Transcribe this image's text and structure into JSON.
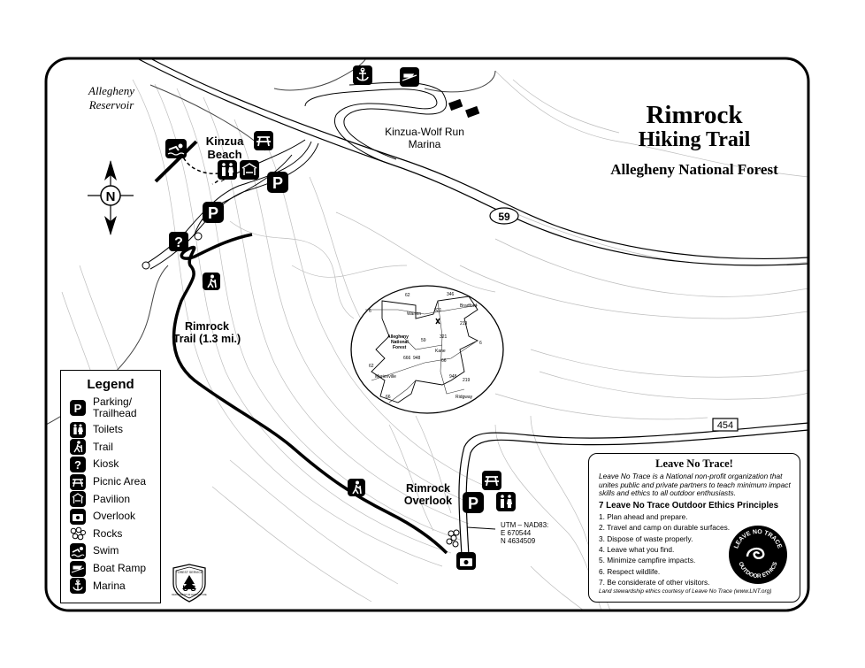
{
  "title": {
    "line1": "Rimrock",
    "line2": "Hiking Trail",
    "line3": "Allegheny National Forest"
  },
  "places": {
    "reservoir": "Allegheny Reservoir",
    "beach": "Kinzua Beach",
    "marina": "Kinzua-Wolf Run Marina",
    "trail": "Rimrock Trail (1.3 mi.)",
    "overlook": "Rimrock Overlook"
  },
  "roads": {
    "route_59": "59",
    "route_454": "454"
  },
  "utm": {
    "line1": "UTM – NAD83:",
    "line2": "E 670544",
    "line3": "N 4634509"
  },
  "compass": {
    "letter": "N"
  },
  "inset_map": {
    "towns": [
      "Warren",
      "Bradford",
      "Kane",
      "Marienville",
      "Ridgway"
    ],
    "forest_label": [
      "Allegheny",
      "National",
      "Forest"
    ],
    "routes": [
      "62",
      "346",
      "321",
      "6",
      "219",
      "59",
      "66",
      "948",
      "6",
      "321",
      "666",
      "62",
      "948",
      "66",
      "219"
    ]
  },
  "legend": {
    "title": "Legend",
    "items": [
      {
        "label": "Parking/ Trailhead",
        "icon": "parking-icon"
      },
      {
        "label": "Toilets",
        "icon": "toilets-icon"
      },
      {
        "label": "Trail",
        "icon": "hiker-icon"
      },
      {
        "label": "Kiosk",
        "icon": "kiosk-icon"
      },
      {
        "label": "Picnic Area",
        "icon": "picnic-table-icon"
      },
      {
        "label": "Pavilion",
        "icon": "pavilion-icon"
      },
      {
        "label": "Overlook",
        "icon": "camera-icon"
      },
      {
        "label": "Rocks",
        "icon": "rocks-icon"
      },
      {
        "label": "Swim",
        "icon": "swimmer-icon"
      },
      {
        "label": "Boat Ramp",
        "icon": "boat-ramp-icon"
      },
      {
        "label": "Marina",
        "icon": "anchor-icon"
      }
    ]
  },
  "lnt": {
    "title": "Leave No Trace!",
    "intro": "Leave No Trace is a National non-profit organization that unites public and private partners to teach minimum impact skills and ethics to all outdoor enthusiasts.",
    "subtitle": "7 Leave No Trace Outdoor Ethics Principles",
    "principles": [
      "1. Plan ahead and prepare.",
      "2. Travel and camp on durable surfaces.",
      "3. Dispose of waste properly.",
      "4. Leave what you find.",
      "5. Minimize campfire impacts.",
      "6. Respect wildlife.",
      "7. Be considerate of other visitors."
    ],
    "credit": "Land stewardship ethics courtesy of Leave No Trace (www.LNT.org)",
    "logo_top": "LEAVE NO TRACE",
    "logo_bottom": "OUTDOOR ETHICS"
  },
  "shield": {
    "line1": "FOREST SERVICE",
    "letters": "U S",
    "line2": "DEPARTMENT OF AGRICULTURE"
  },
  "colors": {
    "ink": "#000000",
    "paper": "#ffffff",
    "contour": "#b8b8b8"
  }
}
